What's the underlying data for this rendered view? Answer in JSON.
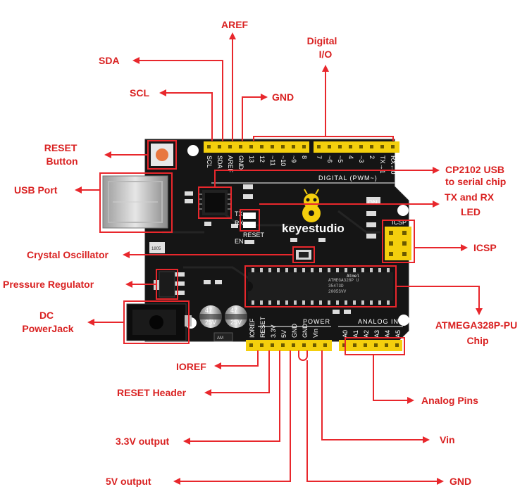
{
  "labels": {
    "aref": "AREF",
    "digital_io": "Digital\nI/O",
    "sda": "SDA",
    "scl": "SCL",
    "gnd_top": "GND",
    "reset_button": "RESET\nButton",
    "usb_port": "USB Port",
    "cp2102": "CP2102 USB\nto serial chip",
    "txrx_led": "TX and RX\nLED",
    "icsp": "ICSP",
    "crystal": "Crystal Oscillator",
    "pressure_reg": "Pressure Regulator",
    "dc_jack": "DC\nPowerJack",
    "atmega": "ATMEGA328P-PU\nChip",
    "ioref": "IOREF",
    "reset_header": "RESET Header",
    "analog_pins": "Analog Pins",
    "v33_output": "3.3V output",
    "vin": "Vin",
    "v5_output": "5V output",
    "gnd_bottom": "GND"
  },
  "board": {
    "brand": "keyestudio",
    "digital_label": "DIGITAL  (PWM~)",
    "power_label": "POWER",
    "analog_label": "ANALOG  IN",
    "on_label": "ON",
    "icsp_label": "ICSP",
    "tx_label": "TX",
    "rx_label": "RX",
    "reset_label": "RESET",
    "en_label": "EN",
    "top_header_left": [
      "SCL",
      "SDA",
      "AREF",
      "GND",
      "13",
      "12",
      "~11",
      "~10",
      "~9",
      "8"
    ],
    "top_header_right": [
      "7",
      "~6",
      "~5",
      "4",
      "~3",
      "2",
      "TX→1",
      "RX←0"
    ],
    "bottom_header_power": [
      "IOREF",
      "RESET",
      "3.3V",
      "5V",
      "GND",
      "GND",
      "Vin"
    ],
    "bottom_header_analog": [
      "A0",
      "A1",
      "A2",
      "A3",
      "A4",
      "A5"
    ],
    "chip_lines": [
      "ATMEGA328P U",
      "35473D",
      "2005SVV"
    ],
    "chip_logo": "Atmel",
    "cap_text": [
      "47",
      "25V",
      "VT"
    ],
    "reg_text": "1805",
    "bottom_ic": "AM"
  },
  "colors": {
    "callout": "#d92121",
    "arrow": "#e8272c",
    "pcb": "#141414",
    "header": "#f4cf0d",
    "logo": "#f4cf0d"
  }
}
